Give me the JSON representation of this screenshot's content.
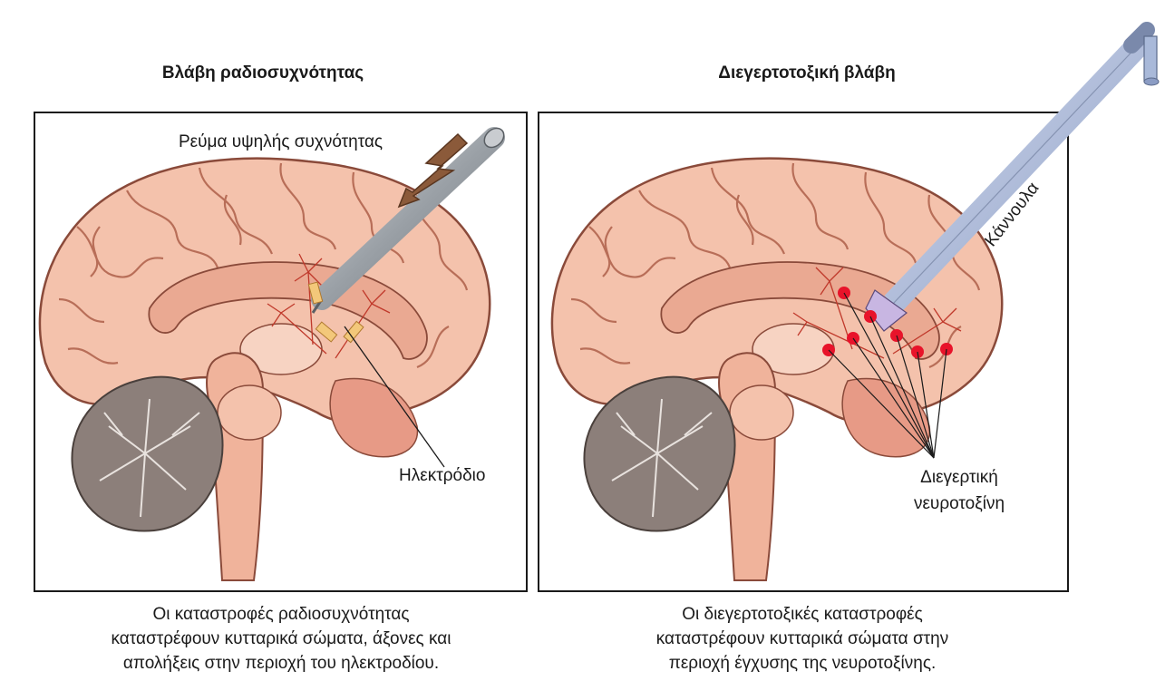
{
  "left": {
    "title": "Βλάβη ραδιοσυχνότητας",
    "current_label": "Ρεύμα υψηλής συχνότητας",
    "electrode_label": "Ηλεκτρόδιο",
    "caption": [
      "Οι καταστροφές ραδιοσυχνότητας",
      "καταστρέφουν κυτταρικά σώματα, άξονες και",
      "απολήξεις στην περιοχή του ηλεκτροδίου."
    ]
  },
  "right": {
    "title": "Διεγερτοτοξική βλάβη",
    "cannula_label": "Κάννουλα",
    "neurotoxin_label": [
      "Διεγερτική",
      "νευροτοξίνη"
    ],
    "caption": [
      "Οι διεγερτοτοξικές καταστροφές",
      "καταστρέφουν κυτταρικά σώματα στην",
      "περιοχή έγχυσης της νευροτοξίνης."
    ]
  },
  "colors": {
    "cortex": "#f4c2ac",
    "cortex_outline": "#8a4a3a",
    "brainstem": "#f0b39b",
    "cerebellum": "#8c7f7a",
    "electrode": "#9aa0a6",
    "cannula": "#a9b9d9",
    "toxin_dot": "#e8132a",
    "lightning": "#8b5a3a"
  }
}
